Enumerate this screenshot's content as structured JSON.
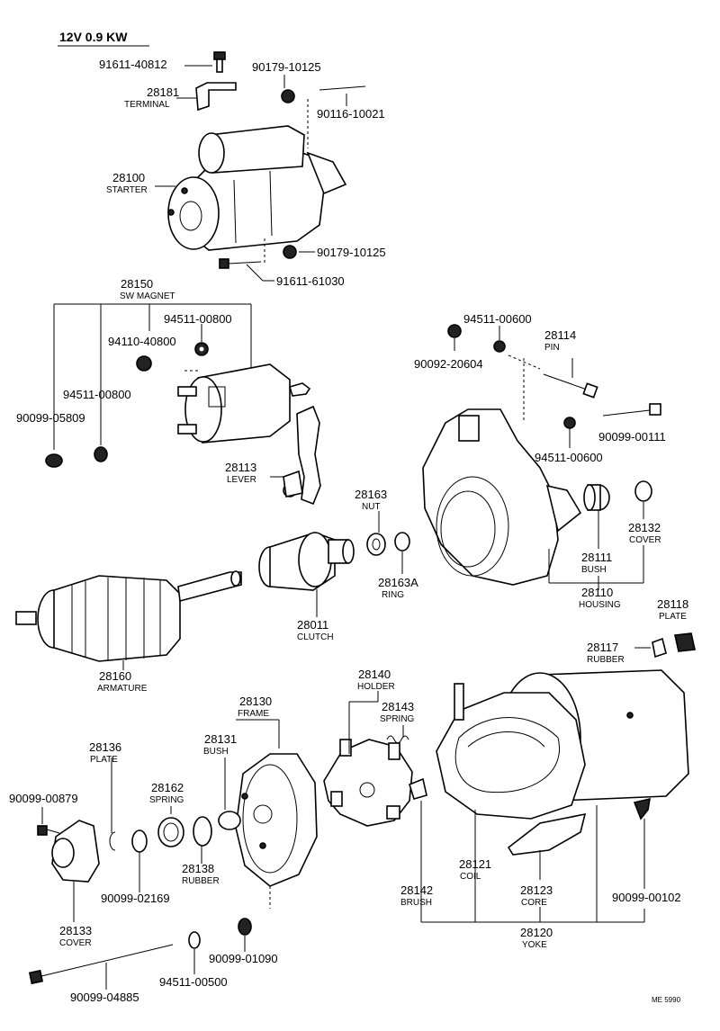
{
  "header": {
    "title": "12V 0.9 KW"
  },
  "labels": {
    "p91611_40812": "91611-40812",
    "p28181": "28181",
    "p28181_name": "TERMINAL",
    "p90179_a": "90179-10125",
    "p90116": "90116-10021",
    "p28100": "28100",
    "p28100_name": "STARTER",
    "p90179_b": "90179-10125",
    "p91611_61030": "91611-61030",
    "p28150": "28150",
    "p28150_name": "SW MAGNET",
    "p94511_a": "94511-00800",
    "p94110": "94110-40800",
    "p94511_b": "94511-00800",
    "p90099_05809": "90099-05809",
    "p28113": "28113",
    "p28113_name": "LEVER",
    "p94511_c": "94511-00600",
    "p90092": "90092-20604",
    "p28114": "28114",
    "p28114_name": "PIN",
    "p90099_00111": "90099-00111",
    "p94511_d": "94511-00600",
    "p28163": "28163",
    "p28163_name": "NUT",
    "p28163a": "28163A",
    "p28163a_name": "RING",
    "p28011": "28011",
    "p28011_name": "CLUTCH",
    "p28132": "28132",
    "p28132_name": "COVER",
    "p28111": "28111",
    "p28111_name": "BUSH",
    "p28110": "28110",
    "p28110_name": "HOUSING",
    "p28118": "28118",
    "p28118_name": "PLATE",
    "p28117": "28117",
    "p28117_name": "RUBBER",
    "p28160": "28160",
    "p28160_name": "ARMATURE",
    "p28140": "28140",
    "p28140_name": "HOLDER",
    "p28143": "28143",
    "p28143_name": "SPRING",
    "p28130": "28130",
    "p28130_name": "FRAME",
    "p28131": "28131",
    "p28131_name": "BUSH",
    "p28136": "28136",
    "p28136_name": "PLATE",
    "p90099_00879": "90099-00879",
    "p28162": "28162",
    "p28162_name": "SPRING",
    "p28138": "28138",
    "p28138_name": "RUBBER",
    "p90099_02169": "90099-02169",
    "p28133": "28133",
    "p28133_name": "COVER",
    "p90099_01090": "90099-01090",
    "p94511_e": "94511-00500",
    "p90099_04885": "90099-04885",
    "p28121": "28121",
    "p28121_name": "COIL",
    "p28142": "28142",
    "p28142_name": "BRUSH",
    "p28123": "28123",
    "p28123_name": "CORE",
    "p28120": "28120",
    "p28120_name": "YOKE",
    "p90099_00102": "90099-00102",
    "footer_code": "ME 5990"
  }
}
